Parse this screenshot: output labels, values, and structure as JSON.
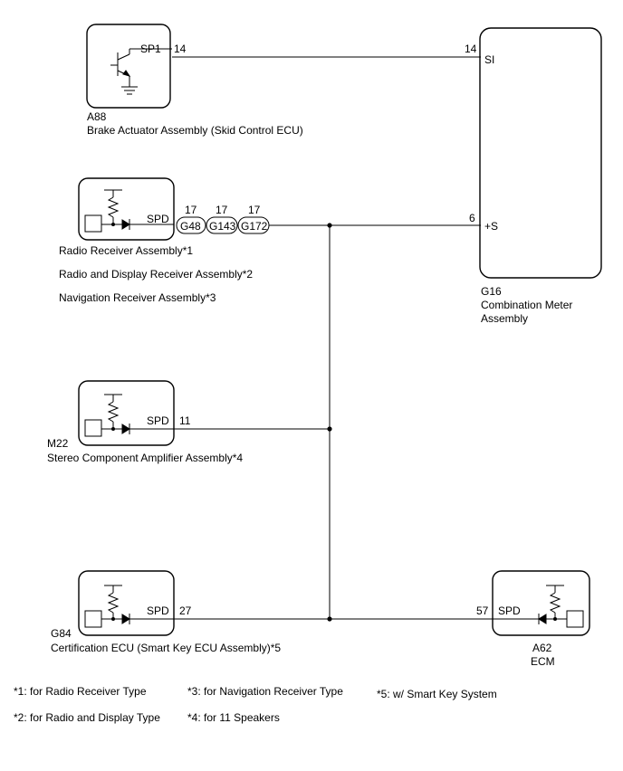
{
  "components": {
    "a88": {
      "code": "A88",
      "name": "Brake Actuator Assembly (Skid Control ECU)",
      "pin_name": "SP1",
      "pin_no": "14"
    },
    "g16": {
      "code": "G16",
      "name_line1": "Combination Meter",
      "name_line2": "Assembly",
      "pin1_name": "SI",
      "pin1_no": "14",
      "pin2_name": "+S",
      "pin2_no": "6"
    },
    "radio": {
      "name1": "Radio Receiver Assembly*1",
      "name2": "Radio and Display Receiver Assembly*2",
      "name3": "Navigation Receiver Assembly*3",
      "pin_name": "SPD"
    },
    "m22": {
      "code": "M22",
      "name": "Stereo Component Amplifier Assembly*4",
      "pin_name": "SPD",
      "pin_no": "11"
    },
    "g84": {
      "code": "G84",
      "name": "Certification ECU (Smart Key ECU Assembly)*5",
      "pin_name": "SPD",
      "pin_no": "27"
    },
    "a62": {
      "code": "A62",
      "name": "ECM",
      "pin_name": "SPD",
      "pin_no": "57"
    }
  },
  "connectors": [
    {
      "label": "G48",
      "pin_no": "17"
    },
    {
      "label": "G143",
      "pin_no": "17"
    },
    {
      "label": "G172",
      "pin_no": "17"
    }
  ],
  "footnotes": {
    "n1": "*1: for Radio Receiver Type",
    "n2": "*2: for Radio and Display Type",
    "n3": "*3: for Navigation Receiver Type",
    "n4": "*4: for 11 Speakers",
    "n5": "*5: w/ Smart Key System"
  }
}
